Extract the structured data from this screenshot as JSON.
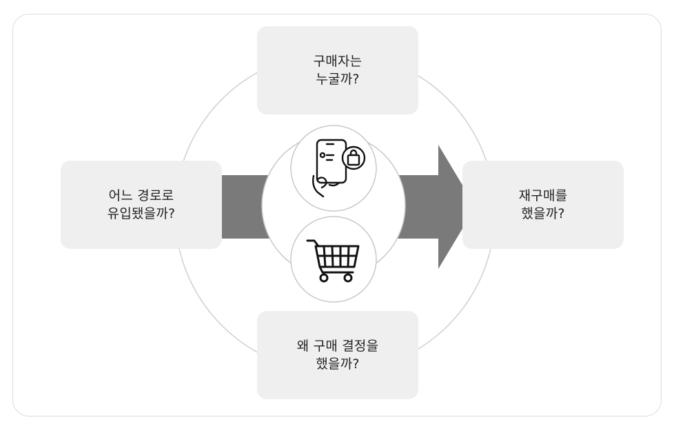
{
  "diagram": {
    "top_question": "구매자는\n누굴까?",
    "left_question": "어느 경로로\n유입됐을까?",
    "right_question": "재구매를\n했을까?",
    "bottom_question": "왜 구매 결정을\n했을까?",
    "center_icons": [
      "mobile-shopping-icon",
      "shopping-cart-icon"
    ],
    "colors": {
      "box_fill": "#efefef",
      "arrow": "#7a7a7a",
      "ring": "#cfcfcf",
      "text": "#222222"
    }
  }
}
